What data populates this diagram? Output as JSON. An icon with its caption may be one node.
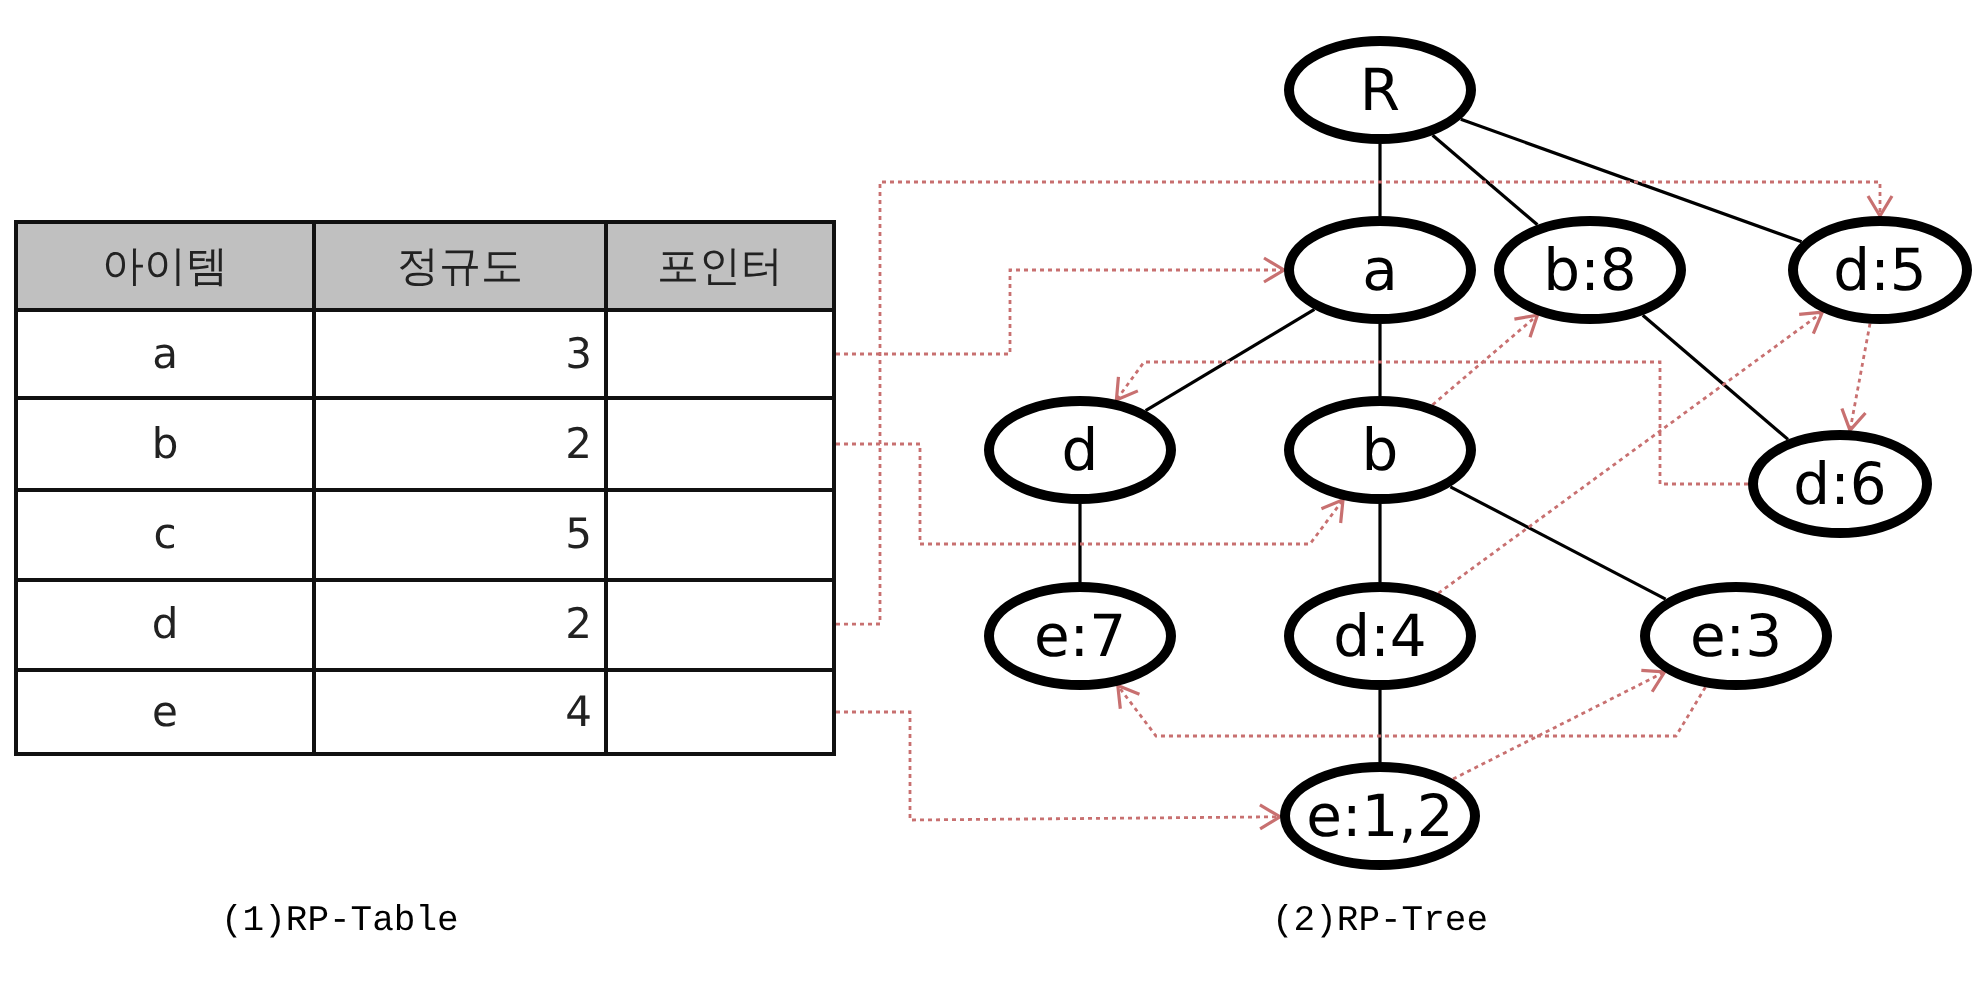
{
  "diagram": {
    "nodes": [
      {
        "text": [],
        "shape": "box"
      },
      {
        "text": [],
        "shape": "box"
      },
      {
        "text": [],
        "shape": "box"
      },
      {
        "text": [],
        "shape": "box"
      },
      {
        "text": [
          "R"
        ]
      },
      {
        "text": [
          "a"
        ]
      },
      {
        "text": [
          "b:8"
        ]
      },
      {
        "text": [
          "d:5"
        ]
      },
      {
        "text": [
          "d"
        ]
      },
      {
        "text": [
          "b"
        ]
      },
      {
        "text": [
          "d:6"
        ]
      },
      {
        "text": [
          "e:7"
        ]
      },
      {
        "text": [
          "d:4"
        ]
      },
      {
        "text": [
          "e:3"
        ]
      },
      {
        "text": [
          "e:1,2"
        ]
      }
    ],
    "edges": [
      {
        "from": 4,
        "to": 5,
        "arrow": "none"
      },
      {
        "from": 4,
        "to": 6,
        "arrow": "none"
      },
      {
        "from": 4,
        "to": 7,
        "arrow": "none"
      },
      {
        "from": 5,
        "to": 8,
        "arrow": "none"
      },
      {
        "from": 5,
        "to": 9,
        "arrow": "none"
      },
      {
        "from": 6,
        "to": 10,
        "arrow": "none"
      },
      {
        "from": 8,
        "to": 11,
        "arrow": "none"
      },
      {
        "from": 9,
        "to": 12,
        "arrow": "none"
      },
      {
        "from": 9,
        "to": 13,
        "arrow": "none"
      },
      {
        "from": 12,
        "to": 14,
        "arrow": "none"
      },
      {
        "from": 0,
        "to": 5,
        "arrow": "to",
        "style": "dashed",
        "color": "#c87070"
      },
      {
        "from": 1,
        "to": 9,
        "arrow": "to",
        "style": "dashed",
        "color": "#c87070"
      },
      {
        "from": 2,
        "to": 7,
        "arrow": "to",
        "style": "dashed",
        "color": "#c87070"
      },
      {
        "from": 3,
        "to": 14,
        "arrow": "to",
        "style": "dashed",
        "color": "#c87070"
      },
      {
        "from": 7,
        "to": 10,
        "arrow": "to",
        "style": "dashed",
        "color": "#c87070"
      },
      {
        "from": 10,
        "to": 8,
        "arrow": "to",
        "style": "dashed",
        "color": "#c87070"
      },
      {
        "from": 9,
        "to": 6,
        "arrow": "to",
        "style": "dashed",
        "color": "#c87070"
      },
      {
        "from": 12,
        "to": 7,
        "arrow": "to",
        "style": "dashed",
        "color": "#c87070"
      },
      {
        "from": 14,
        "to": 13,
        "arrow": "to",
        "style": "dashed",
        "color": "#c87070"
      },
      {
        "from": 13,
        "to": 11,
        "arrow": "to",
        "style": "dashed",
        "color": "#c87070"
      }
    ],
    "labels": [
      "아이템",
      "정규도",
      "포인터",
      "a",
      "3",
      "b",
      "2",
      "c",
      "5",
      "d",
      "2",
      "e",
      "4",
      "(1)RP-Table",
      "(2)RP-Tree"
    ]
  }
}
